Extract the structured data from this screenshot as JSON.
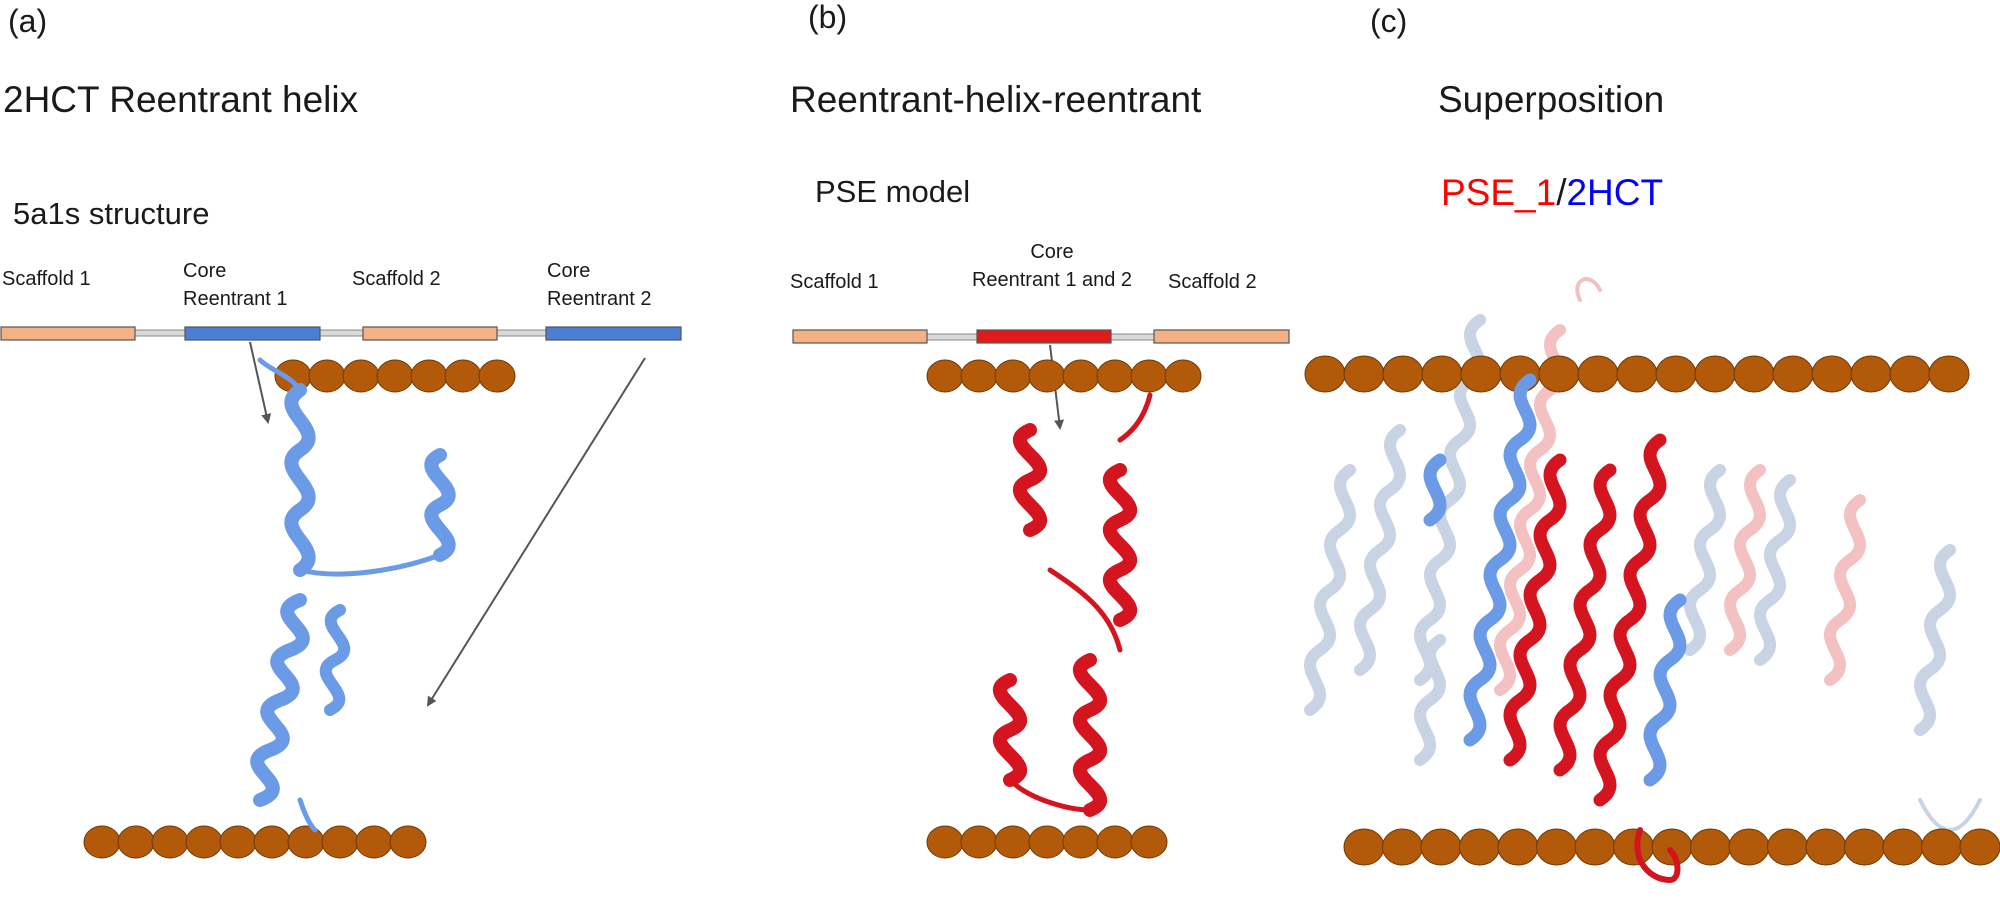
{
  "panels": {
    "a": {
      "label": "(a)",
      "title": "2HCT Reentrant helix",
      "subtitle": "5a1s structure",
      "segments": {
        "scaffold1": "Scaffold 1",
        "core1_line1": "Core",
        "core1_line2": "Reentrant 1",
        "scaffold2": "Scaffold 2",
        "core2_line1": "Core",
        "core2_line2": "Reentrant 2"
      }
    },
    "b": {
      "label": "(b)",
      "title": "Reentrant-helix-reentrant",
      "subtitle": "PSE model",
      "segments": {
        "scaffold1": "Scaffold 1",
        "core_line1": "Core",
        "core_line2": "Reentrant 1 and 2",
        "scaffold2": "Scaffold 2"
      }
    },
    "c": {
      "label": "(c)",
      "title": "Superposition",
      "legend": {
        "pse": "PSE_1",
        "sep": "/",
        "hct": "2HCT"
      }
    }
  },
  "colors": {
    "scaffold": "#f4b183",
    "core_blue": "#4a7fd4",
    "core_red": "#e31a1c",
    "helix_blue": "#6b9be6",
    "helix_red": "#d4141e",
    "lipid": "#b35a0a",
    "legend_red": "#ff0000",
    "legend_blue": "#0000ff"
  }
}
